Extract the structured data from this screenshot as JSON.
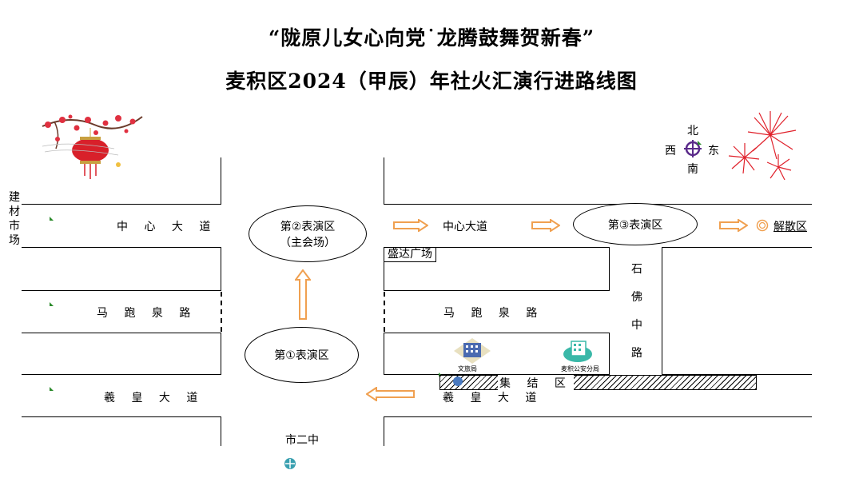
{
  "title": {
    "line1": "“陇原儿女心向党˙龙腾鼓舞贺新春”",
    "line2": "麦积区2024（甲辰）年社火汇演行进路线图"
  },
  "compass": {
    "north": "北",
    "south": "南",
    "west": "西",
    "east": "东",
    "icon": "compass-icon"
  },
  "roads": {
    "zhongxin_left": "中 心 大 道",
    "zhongxin_right": "中心大道",
    "mapaoquan_left": "马 跑 泉 路",
    "mapaoquan_right": "马 跑 泉 路",
    "xihuang_left": "羲 皇 大 道",
    "xihuang_right": "羲 皇 大 道",
    "shifo": [
      "石",
      "佛",
      "中",
      "路"
    ]
  },
  "places": {
    "jiancai": [
      "建",
      "材",
      "市",
      "场"
    ],
    "shengda": "盛达广场",
    "shierzhong": "市二中",
    "jijie": "集 结 区",
    "jiesan": "解散区",
    "wenlvju": "文旅局",
    "gongan": "麦积公安分局"
  },
  "zones": {
    "zone1": "第①表演区",
    "zone2": "第②表演区",
    "zone2_sub": "（主会场）",
    "zone3": "第③表演区"
  },
  "colors": {
    "arrow": "#f0a050",
    "lantern_red": "#d8202a",
    "firework_red": "#e0202a",
    "compass": "#5a2a8a"
  }
}
